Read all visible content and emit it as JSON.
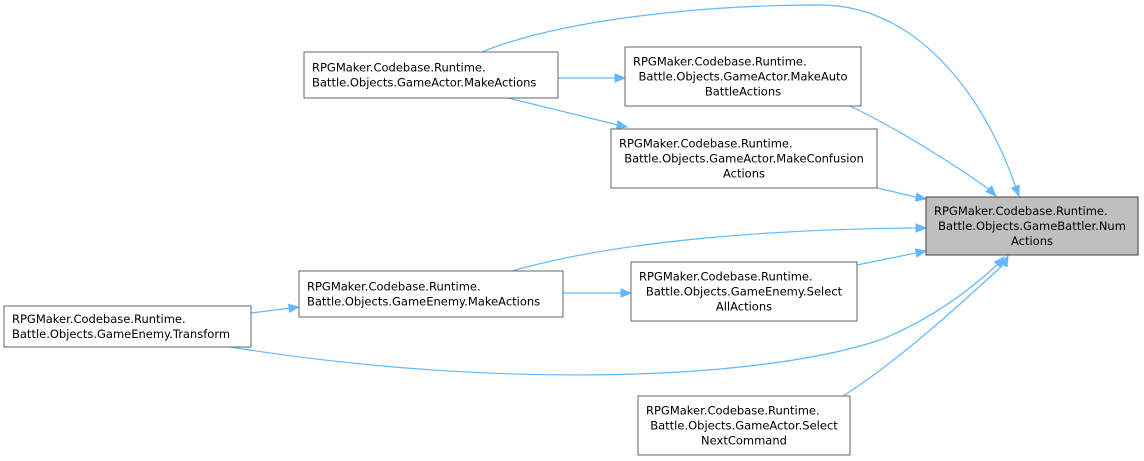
{
  "colors": {
    "edge": "#63b8ff",
    "target_fill": "#bfbfbf",
    "node_border": "#666666"
  },
  "nodes": [
    {
      "id": "target",
      "lines": [
        "RPGMaker.Codebase.Runtime.",
        "Battle.Objects.GameBattler.Num",
        "Actions"
      ]
    },
    {
      "id": "actor_make_actions",
      "lines": [
        "RPGMaker.Codebase.Runtime.",
        "Battle.Objects.GameActor.MakeActions"
      ]
    },
    {
      "id": "actor_make_auto_battle_actions",
      "lines": [
        "RPGMaker.Codebase.Runtime.",
        "Battle.Objects.GameActor.MakeAuto",
        "BattleActions"
      ]
    },
    {
      "id": "actor_make_confusion_actions",
      "lines": [
        "RPGMaker.Codebase.Runtime.",
        "Battle.Objects.GameActor.MakeConfusion",
        "Actions"
      ]
    },
    {
      "id": "enemy_make_actions",
      "lines": [
        "RPGMaker.Codebase.Runtime.",
        "Battle.Objects.GameEnemy.MakeActions"
      ]
    },
    {
      "id": "enemy_select_all_actions",
      "lines": [
        "RPGMaker.Codebase.Runtime.",
        "Battle.Objects.GameEnemy.Select",
        "AllActions"
      ]
    },
    {
      "id": "enemy_transform",
      "lines": [
        "RPGMaker.Codebase.Runtime.",
        "Battle.Objects.GameEnemy.Transform"
      ]
    },
    {
      "id": "actor_select_next_command",
      "lines": [
        "RPGMaker.Codebase.Runtime.",
        "Battle.Objects.GameActor.Select",
        "NextCommand"
      ]
    }
  ],
  "edges": [
    {
      "from": "actor_make_actions",
      "to": "target"
    },
    {
      "from": "actor_make_actions",
      "to": "actor_make_auto_battle_actions"
    },
    {
      "from": "actor_make_actions",
      "to": "actor_make_confusion_actions"
    },
    {
      "from": "actor_make_auto_battle_actions",
      "to": "target"
    },
    {
      "from": "actor_make_confusion_actions",
      "to": "target"
    },
    {
      "from": "enemy_make_actions",
      "to": "target"
    },
    {
      "from": "enemy_make_actions",
      "to": "enemy_select_all_actions"
    },
    {
      "from": "enemy_select_all_actions",
      "to": "target"
    },
    {
      "from": "enemy_transform",
      "to": "enemy_make_actions"
    },
    {
      "from": "enemy_transform",
      "to": "target"
    },
    {
      "from": "actor_select_next_command",
      "to": "target"
    }
  ]
}
